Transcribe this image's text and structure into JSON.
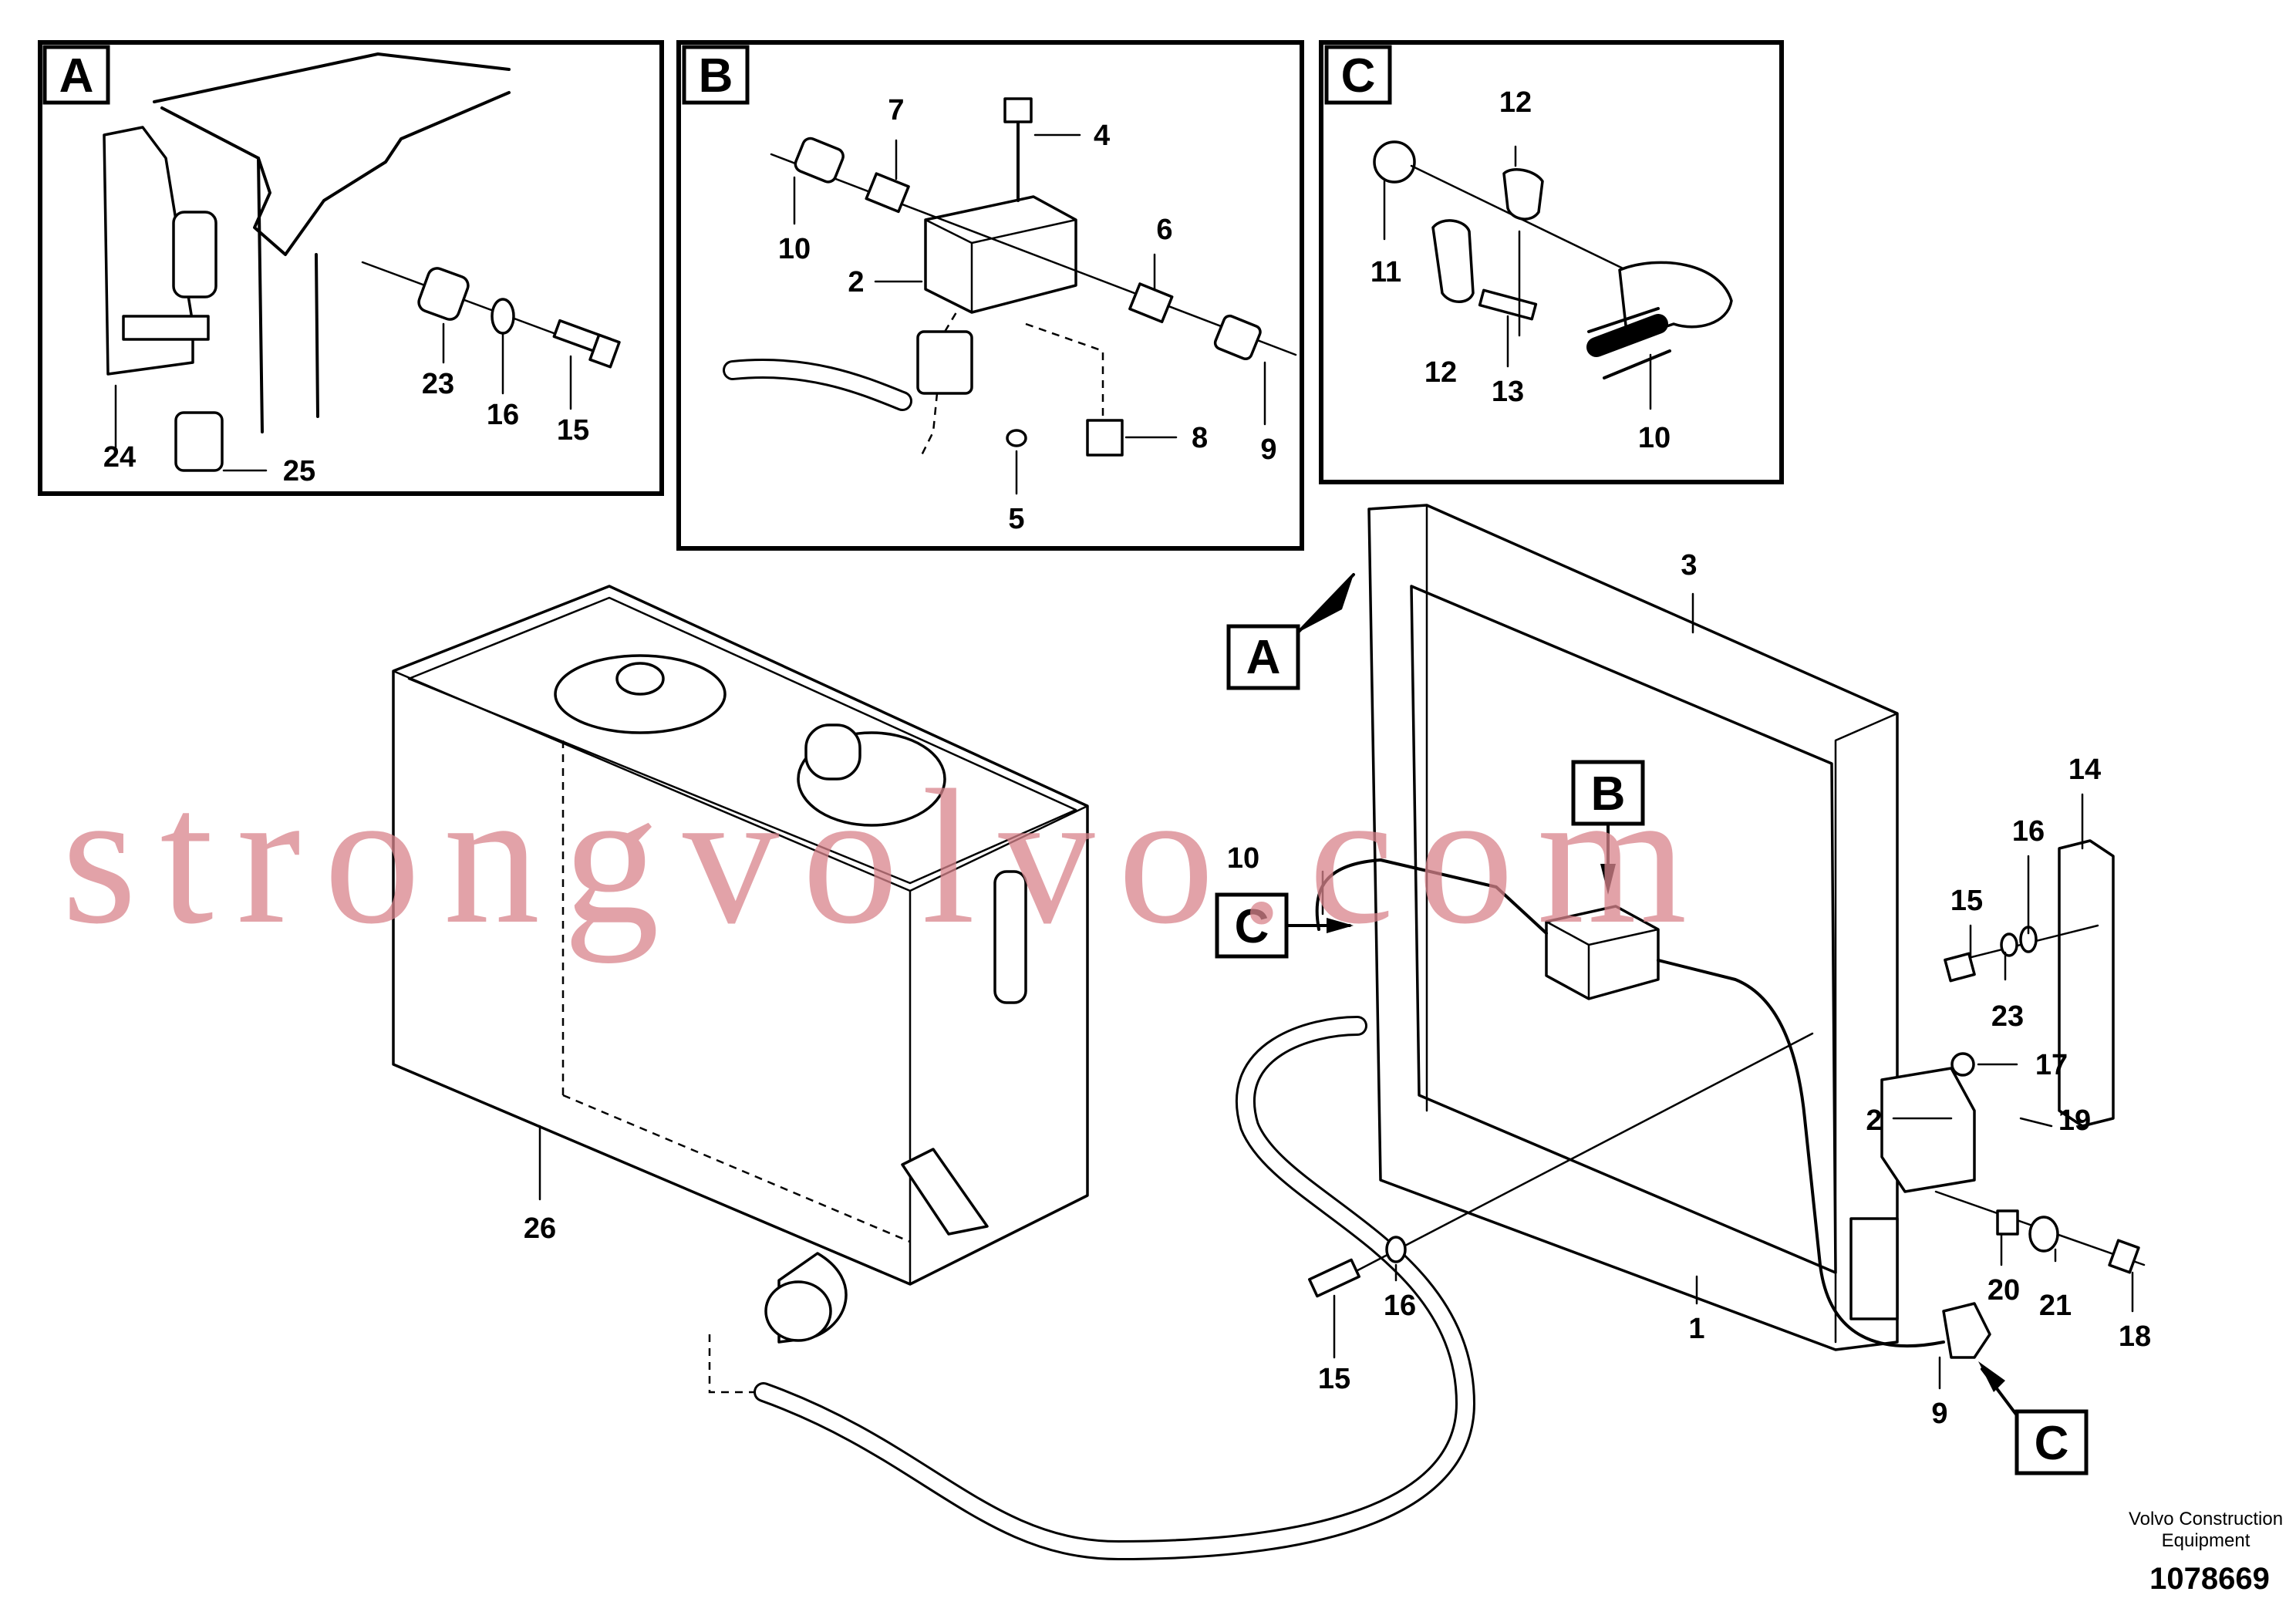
{
  "detail_views": {
    "a": {
      "letter": "A",
      "callouts": [
        "23",
        "16",
        "15",
        "24",
        "25"
      ]
    },
    "b": {
      "letter": "B",
      "callouts": [
        "7",
        "4",
        "10",
        "2",
        "6",
        "8",
        "9",
        "5"
      ]
    },
    "c": {
      "letter": "C",
      "callouts": [
        "12",
        "11",
        "12",
        "13",
        "10"
      ]
    }
  },
  "main_view": {
    "tags": [
      "A",
      "B",
      "C",
      "C"
    ],
    "callouts": [
      "3",
      "26",
      "14",
      "16",
      "10",
      "15",
      "23",
      "17",
      "2",
      "19",
      "15",
      "16",
      "1",
      "20",
      "21",
      "18",
      "9"
    ]
  },
  "watermark": "strongvolvo.com",
  "footer": {
    "brand_line1": "Volvo Construction",
    "brand_line2": "Equipment",
    "doc_number": "1078669"
  }
}
